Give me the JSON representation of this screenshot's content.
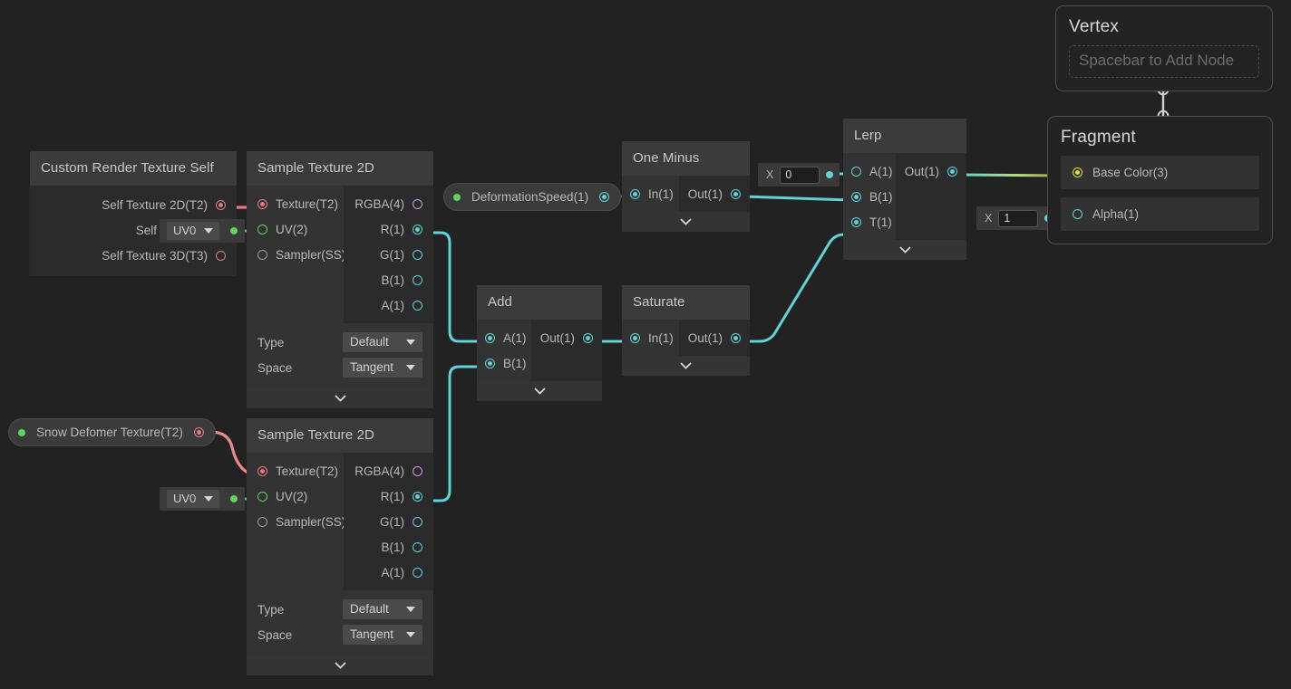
{
  "app": {
    "editor": "Unity Shader Graph",
    "background": "#222222"
  },
  "palette": {
    "float1": "#5fd3d8",
    "vector4": "#c9a0dc",
    "texture2d": "#e27b7b",
    "uv_green": "#5fd35f",
    "base_color": "#e3e04a",
    "node_body": "#2b2b2b",
    "node_header": "#3b3b3b",
    "port_column": "#333333"
  },
  "nodes": {
    "custom_render_texture_self": {
      "title": "Custom Render Texture Self",
      "outputs": [
        {
          "label": "Self Texture 2D(T2)",
          "type": "texture2d",
          "connected": true
        },
        {
          "label": "Self Texture (",
          "type": "texture2d",
          "connected": true
        },
        {
          "label": "Self Texture 3D(T3)",
          "type": "texture2d",
          "connected": false
        }
      ]
    },
    "sample_texture_2d_top": {
      "title": "Sample Texture 2D",
      "inputs": [
        {
          "label": "Texture(T2)",
          "type": "texture2d",
          "connected": true
        },
        {
          "label": "UV(2)",
          "type": "uv_green",
          "connected": true
        },
        {
          "label": "Sampler(SS)",
          "type": "sampler",
          "connected": false
        }
      ],
      "outputs": [
        {
          "label": "RGBA(4)",
          "type": "vector4",
          "connected": false
        },
        {
          "label": "R(1)",
          "type": "float1",
          "connected": true
        },
        {
          "label": "G(1)",
          "type": "float1",
          "connected": false
        },
        {
          "label": "B(1)",
          "type": "float1",
          "connected": false
        },
        {
          "label": "A(1)",
          "type": "float1",
          "connected": false
        }
      ],
      "settings": [
        {
          "key": "Type",
          "value": "Default"
        },
        {
          "key": "Space",
          "value": "Tangent"
        }
      ]
    },
    "sample_texture_2d_bottom": {
      "title": "Sample Texture 2D",
      "inputs": [
        {
          "label": "Texture(T2)",
          "type": "texture2d",
          "connected": true
        },
        {
          "label": "UV(2)",
          "type": "uv_green",
          "connected": true
        },
        {
          "label": "Sampler(SS)",
          "type": "sampler",
          "connected": false
        }
      ],
      "outputs": [
        {
          "label": "RGBA(4)",
          "type": "vector4",
          "connected": false
        },
        {
          "label": "R(1)",
          "type": "float1",
          "connected": true
        },
        {
          "label": "G(1)",
          "type": "float1",
          "connected": false
        },
        {
          "label": "B(1)",
          "type": "float1",
          "connected": false
        },
        {
          "label": "A(1)",
          "type": "float1",
          "connected": false
        }
      ],
      "settings": [
        {
          "key": "Type",
          "value": "Default"
        },
        {
          "key": "Space",
          "value": "Tangent"
        }
      ]
    },
    "add": {
      "title": "Add",
      "inputs": [
        {
          "label": "A(1)",
          "type": "float1",
          "connected": true
        },
        {
          "label": "B(1)",
          "type": "float1",
          "connected": true
        }
      ],
      "outputs": [
        {
          "label": "Out(1)",
          "type": "float1",
          "connected": true
        }
      ]
    },
    "saturate": {
      "title": "Saturate",
      "inputs": [
        {
          "label": "In(1)",
          "type": "float1",
          "connected": true
        }
      ],
      "outputs": [
        {
          "label": "Out(1)",
          "type": "float1",
          "connected": true
        }
      ]
    },
    "one_minus": {
      "title": "One Minus",
      "inputs": [
        {
          "label": "In(1)",
          "type": "float1",
          "connected": true
        }
      ],
      "outputs": [
        {
          "label": "Out(1)",
          "type": "float1",
          "connected": true
        }
      ]
    },
    "lerp": {
      "title": "Lerp",
      "inputs": [
        {
          "label": "A(1)",
          "type": "float1",
          "connected": false
        },
        {
          "label": "B(1)",
          "type": "float1",
          "connected": true
        },
        {
          "label": "T(1)",
          "type": "float1",
          "connected": true
        }
      ],
      "outputs": [
        {
          "label": "Out(1)",
          "type": "float1",
          "connected": true
        }
      ]
    }
  },
  "properties": {
    "deformation_speed": {
      "label": "DeformationSpeed(1)",
      "type": "float1"
    },
    "snow_deformer_texture": {
      "label": "Snow Defomer Texture(T2)",
      "type": "texture2d"
    }
  },
  "inline_values": {
    "lerp_a": {
      "axis": "X",
      "value": "0"
    },
    "fragment_alpha": {
      "axis": "X",
      "value": "1"
    }
  },
  "uv_selectors": {
    "top": {
      "value": "UV0"
    },
    "bottom": {
      "value": "UV0"
    }
  },
  "master_stack": {
    "vertex": {
      "title": "Vertex",
      "placeholder": "Spacebar to Add Node"
    },
    "fragment": {
      "title": "Fragment",
      "blocks": [
        {
          "label": "Base Color(3)",
          "type": "base_color",
          "connected": true
        },
        {
          "label": "Alpha(1)",
          "type": "float1",
          "connected": true
        }
      ]
    }
  }
}
